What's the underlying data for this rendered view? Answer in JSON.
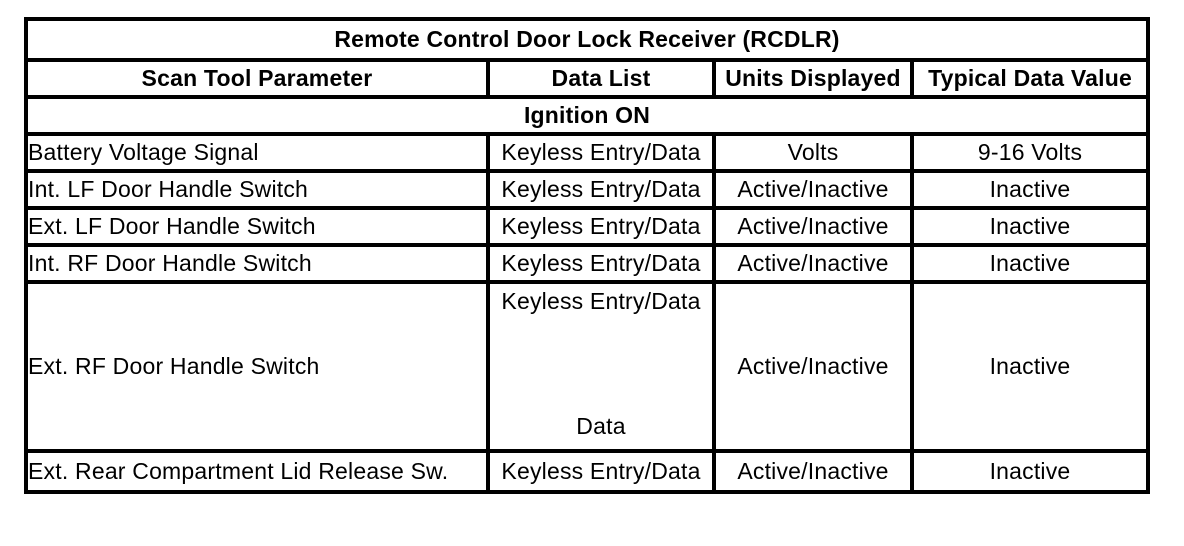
{
  "table": {
    "title": "Remote Control Door Lock Receiver (RCDLR)",
    "section_header": "Ignition ON",
    "columns": [
      "Scan Tool Parameter",
      "Data List",
      "Units Displayed",
      "Typical Data Value"
    ],
    "rows": [
      {
        "parameter": "Battery Voltage Signal",
        "data_list": "Keyless Entry/Data",
        "units": "Volts",
        "typical": "9-16 Volts"
      },
      {
        "parameter": "Int. LF Door Handle Switch",
        "data_list": "Keyless Entry/Data",
        "units": "Active/Inactive",
        "typical": "Inactive"
      },
      {
        "parameter": "Ext. LF Door Handle Switch",
        "data_list": "Keyless Entry/Data",
        "units": "Active/Inactive",
        "typical": "Inactive"
      },
      {
        "parameter": "Int. RF Door Handle Switch",
        "data_list": "Keyless Entry/Data",
        "units": "Active/Inactive",
        "typical": "Inactive"
      },
      {
        "parameter": "Ext. RF Door Handle Switch",
        "data_list_top": "Keyless Entry/Data",
        "data_list_bottom": "Data",
        "units": "Active/Inactive",
        "typical": "Inactive"
      },
      {
        "parameter": "Ext. Rear Compartment Lid Release Sw.",
        "data_list": "Keyless Entry/Data",
        "units": "Active/Inactive",
        "typical": "Inactive"
      }
    ],
    "colors": {
      "border": "#000000",
      "background": "#ffffff",
      "text": "#000000"
    }
  }
}
